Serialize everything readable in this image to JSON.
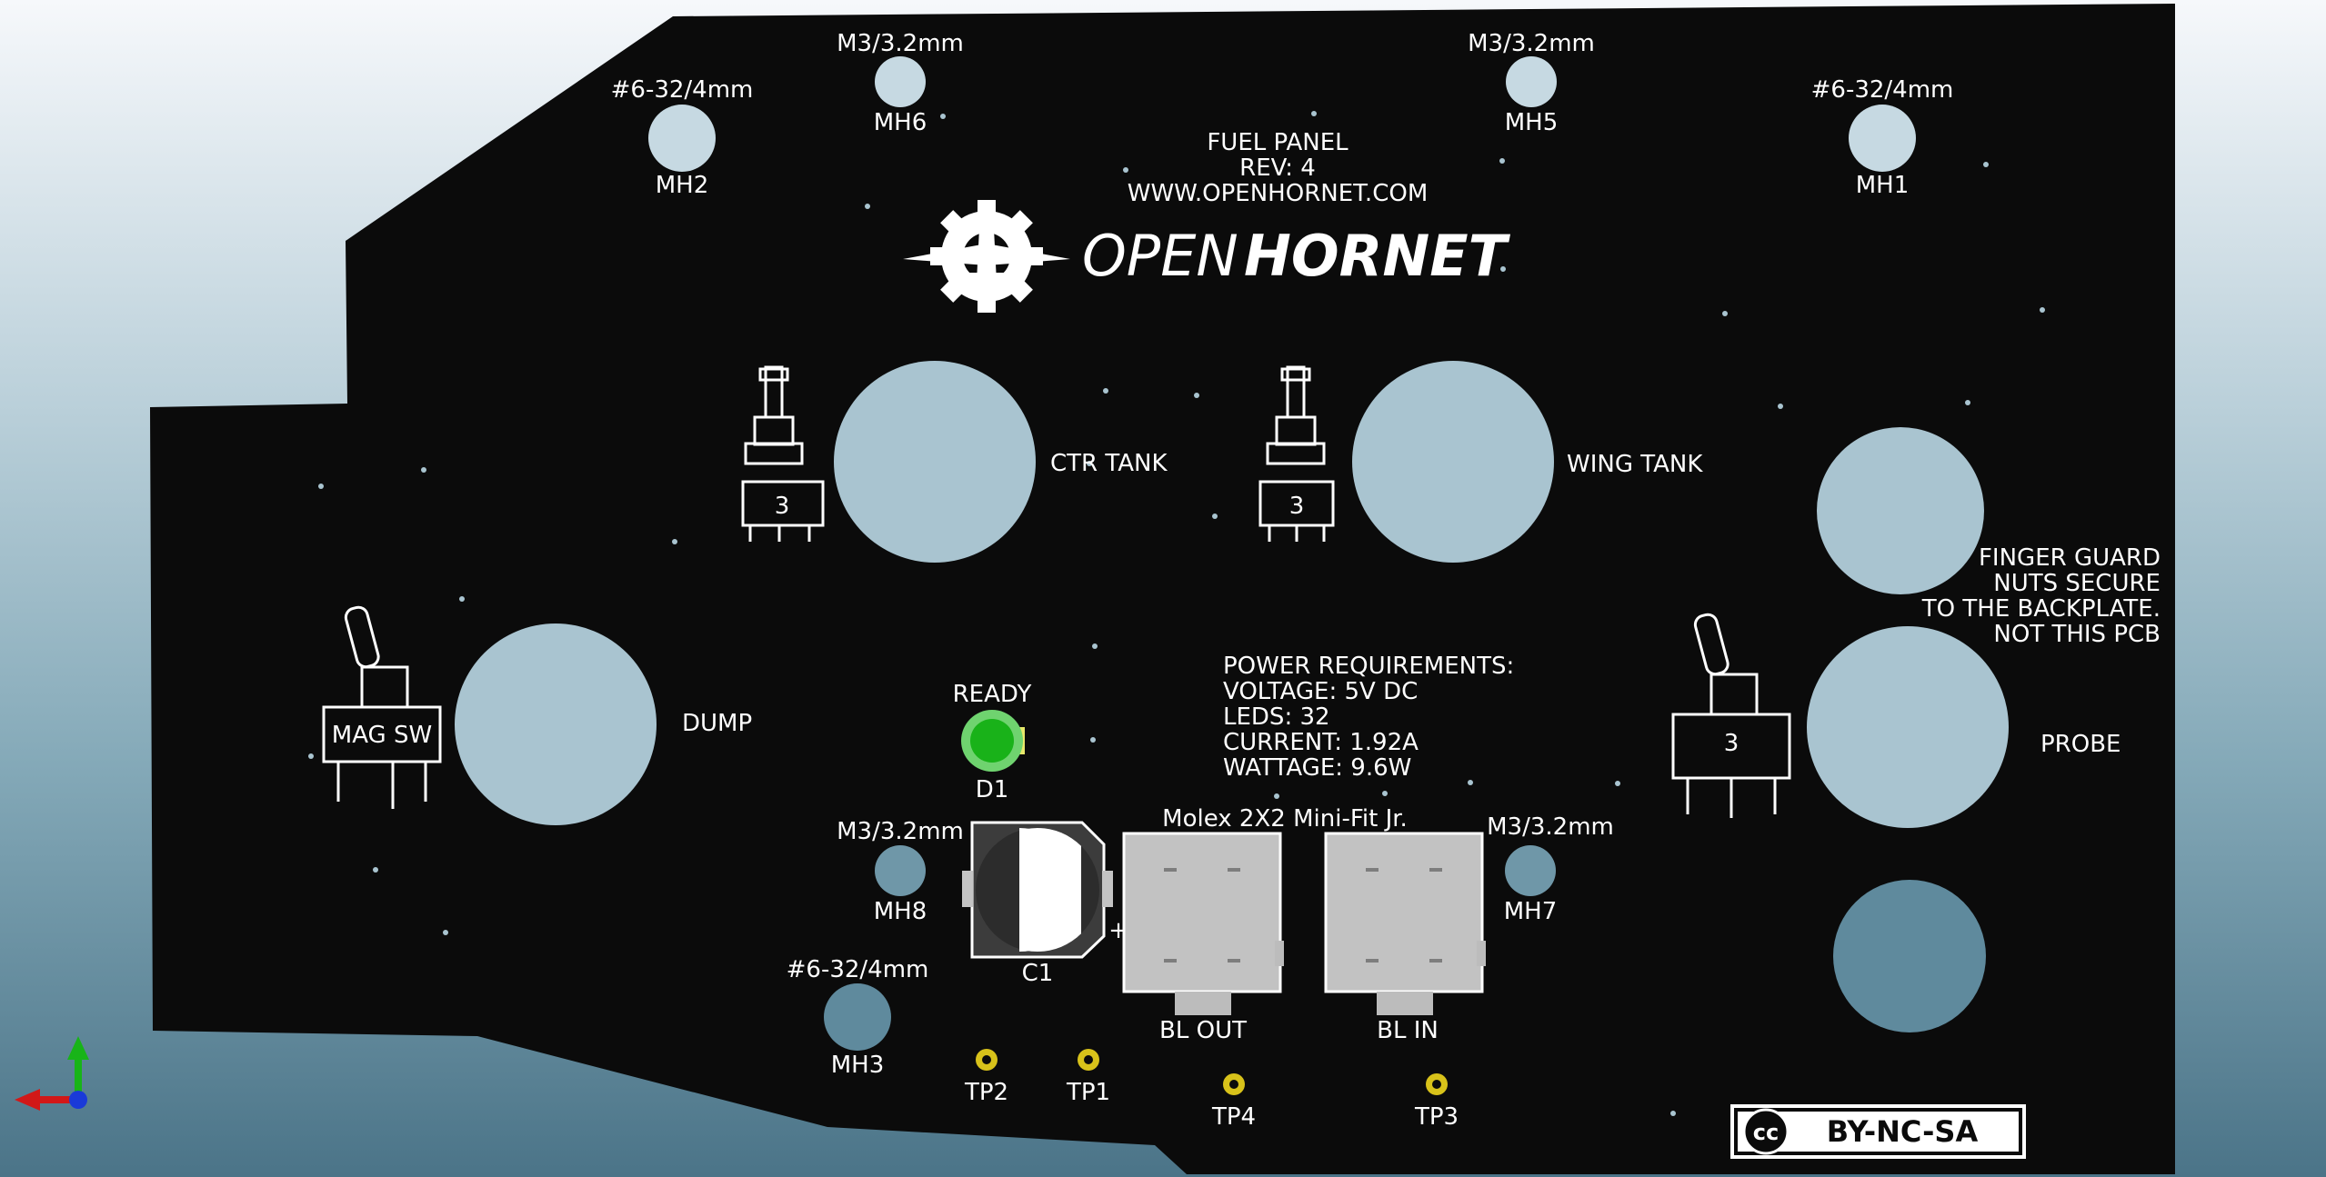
{
  "board": {
    "title": "FUEL PANEL",
    "revision": "REV: 4",
    "website": "WWW.OPENHORNET.COM",
    "logo_open": "OPEN",
    "logo_hornet": "HORNET",
    "colors": {
      "board": "#0b0b0b",
      "silkscreen": "#ffffff",
      "hole": "#a9c4d0"
    }
  },
  "mounting_holes": [
    {
      "ref": "MH1",
      "size": "#6-32/4mm"
    },
    {
      "ref": "MH2",
      "size": "#6-32/4mm"
    },
    {
      "ref": "MH3",
      "size": "#6-32/4mm"
    },
    {
      "ref": "MH5",
      "size": "M3/3.2mm"
    },
    {
      "ref": "MH6",
      "size": "M3/3.2mm"
    },
    {
      "ref": "MH7",
      "size": "M3/3.2mm"
    },
    {
      "ref": "MH8",
      "size": "M3/3.2mm"
    }
  ],
  "switches": {
    "ctr_tank": "CTR TANK",
    "wing_tank": "WING TANK",
    "dump": "DUMP",
    "probe": "PROBE",
    "mag_sw": "MAG SW",
    "ctr_num": "3",
    "wing_num": "3",
    "probe_num": "3"
  },
  "finger_guard": [
    "FINGER GUARD",
    "NUTS SECURE",
    "TO THE BACKPLATE.",
    "NOT THIS PCB"
  ],
  "led": {
    "label": "READY",
    "ref": "D1"
  },
  "power": [
    "POWER REQUIREMENTS:",
    "VOLTAGE: 5V DC",
    "LEDS: 32",
    "CURRENT: 1.92A",
    "WATTAGE: 9.6W"
  ],
  "connectors": {
    "header": "Molex 2X2 Mini-Fit Jr.",
    "out": "BL OUT",
    "in": "BL IN",
    "cap_ref": "C1",
    "cap_plus": "+"
  },
  "test_points": [
    "TP1",
    "TP2",
    "TP3",
    "TP4"
  ],
  "license": {
    "cc": "cc",
    "text": "BY-NC-SA"
  },
  "axes_icon": "xyz-axes-icon"
}
